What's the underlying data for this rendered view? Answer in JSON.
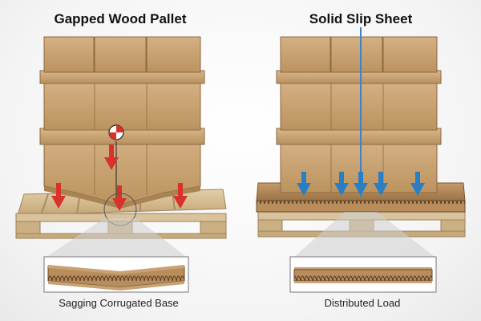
{
  "left_panel": {
    "title": "Gapped Wood Pallet",
    "caption": "Sagging Corrugated Base"
  },
  "right_panel": {
    "title": "Solid Slip Sheet",
    "caption": "Distributed Load"
  },
  "colors": {
    "box": "#c9a274",
    "box_dark": "#a77f53",
    "wood": "#d7bf94",
    "arrow_red": "#d8322a",
    "arrow_blue": "#2a7fc4",
    "strap": "#3d83c6"
  },
  "icons": [
    "center-of-gravity-icon",
    "load-arrow-red-icon",
    "load-arrow-blue-icon",
    "zoom-circle-icon"
  ]
}
